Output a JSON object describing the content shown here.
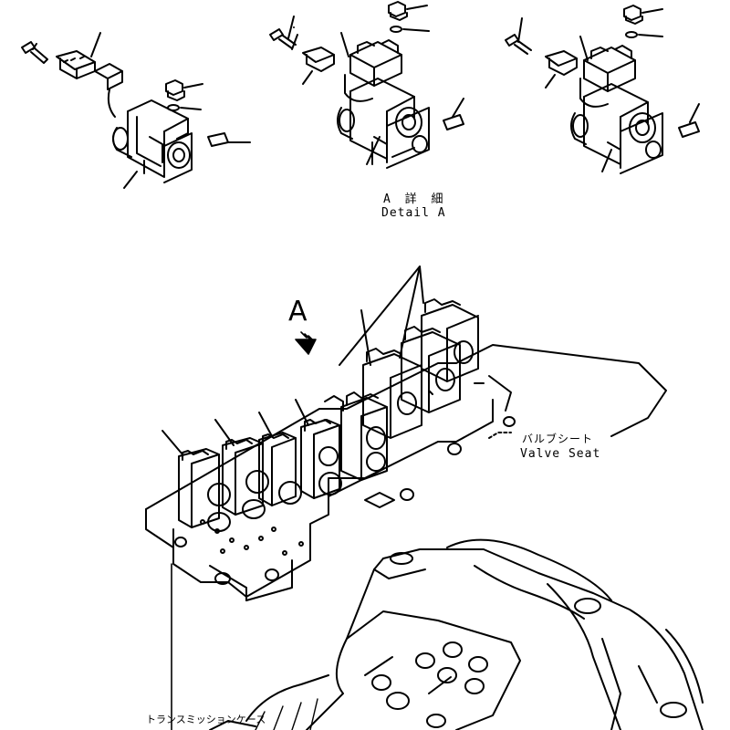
{
  "labels": {
    "detail_jp": "A 詳 細",
    "detail_en": "Detail A",
    "view_letter": "A",
    "valve_seat_jp": "バルブシート",
    "valve_seat_en": "Valve Seat",
    "transmission_case_jp": "トランスミッションケース"
  }
}
